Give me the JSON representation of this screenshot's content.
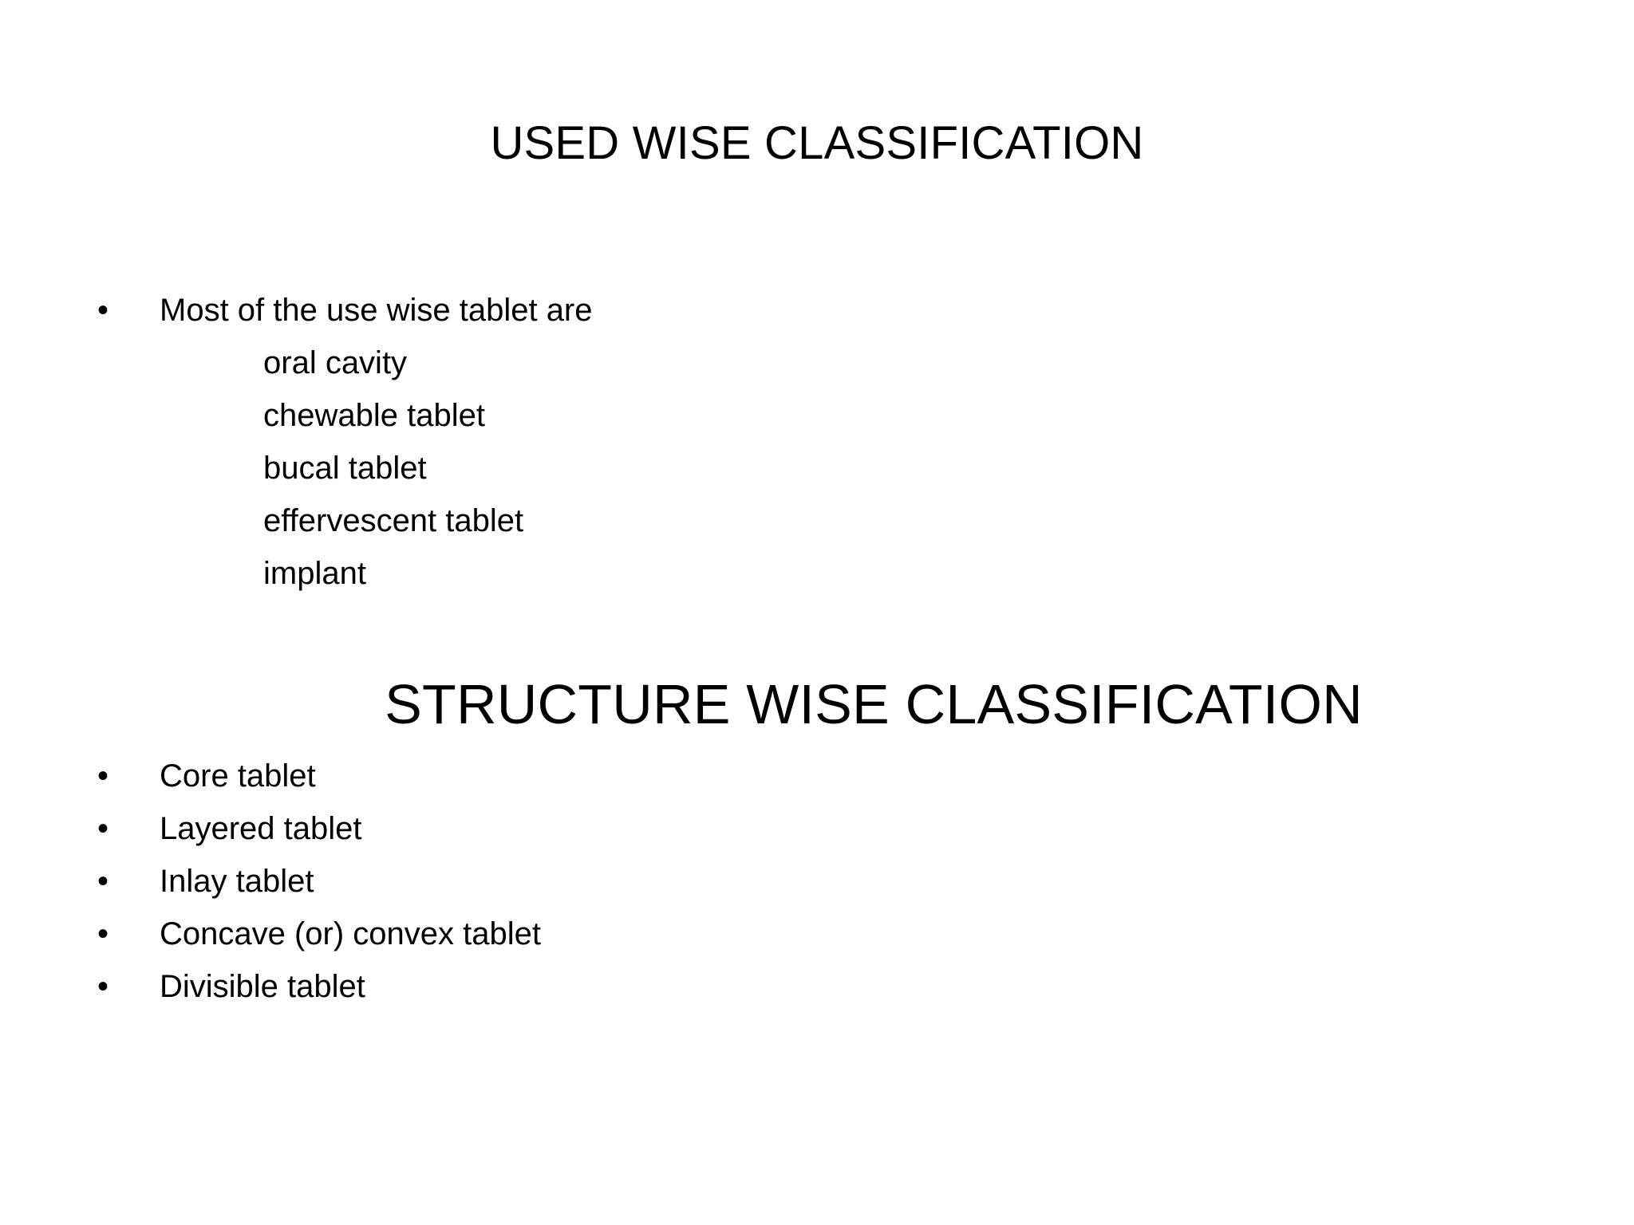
{
  "slide": {
    "background_color": "#ffffff",
    "text_color": "#000000",
    "bullet_glyph": "•"
  },
  "section_use": {
    "heading": "USED WISE CLASSIFICATION",
    "lead_bullet": "Most of the use wise tablet are",
    "sub_items": [
      "oral cavity",
      "chewable tablet",
      "bucal tablet",
      "effervescent tablet",
      "implant"
    ]
  },
  "section_structure": {
    "heading": "STRUCTURE WISE CLASSIFICATION",
    "items": [
      "Core tablet",
      "Layered tablet",
      "Inlay tablet",
      "Concave (or) convex tablet",
      "Divisible tablet"
    ]
  }
}
